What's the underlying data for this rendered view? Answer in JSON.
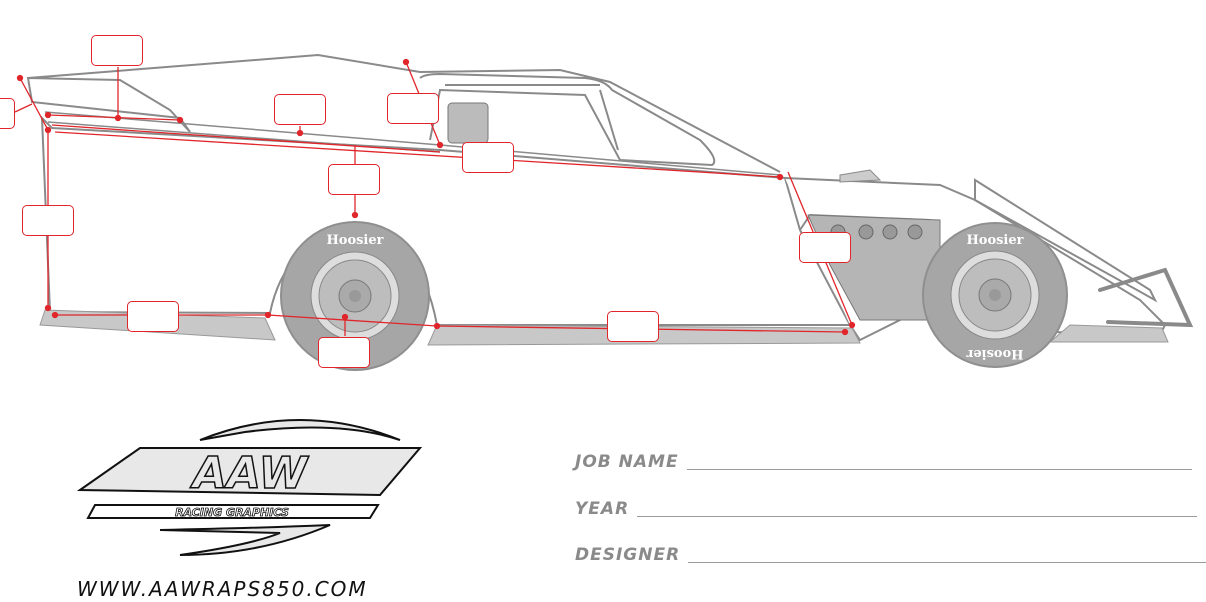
{
  "logo": {
    "main": "AAW",
    "sub": "RACING GRAPHICS"
  },
  "website": "WWW.AAWRAPS850.COM",
  "tire_brand": "Hoosier",
  "form": [
    {
      "label": "JOB NAME"
    },
    {
      "label": "YEAR"
    },
    {
      "label": "DESIGNER"
    }
  ],
  "measurement_boxes": [
    "",
    "",
    "",
    "",
    "",
    "",
    "",
    "",
    "",
    "",
    ""
  ],
  "colors": {
    "callout": "#e0262b",
    "outline": "#8a8a8a",
    "tire": "#a6a6a6"
  }
}
